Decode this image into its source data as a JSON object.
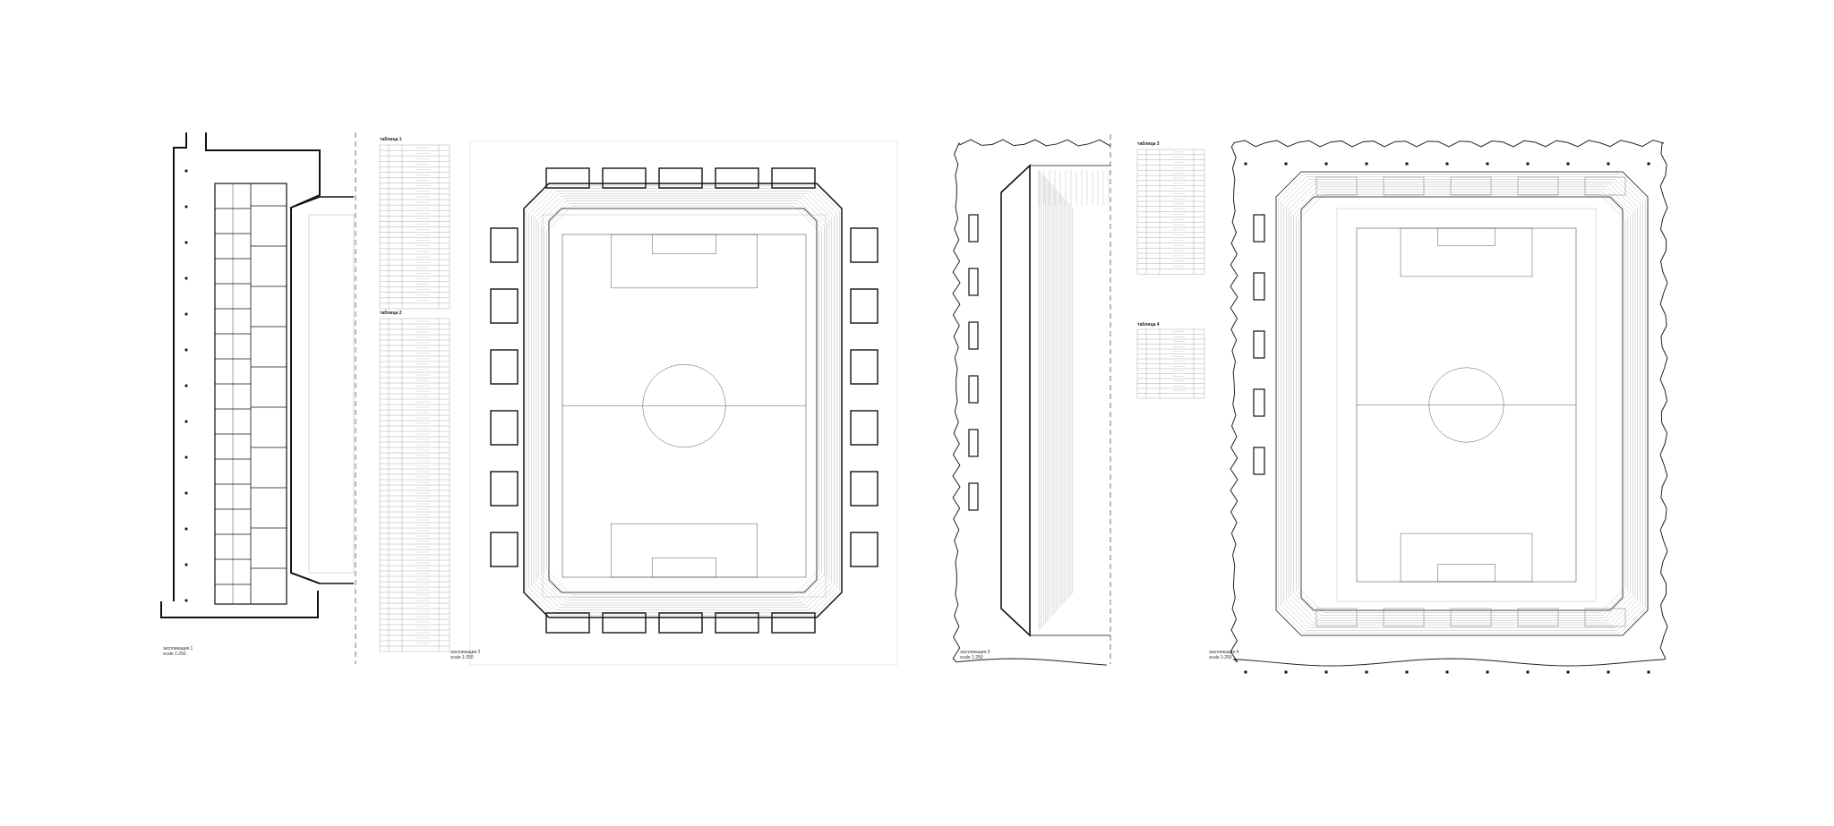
{
  "sheets": [
    {
      "title": "экспликация 1",
      "scale": "scale 1:250"
    },
    {
      "title": "экспликация 2",
      "scale": "scale 1:250"
    },
    {
      "title": "экспликация 3",
      "scale": "scale 1:250"
    },
    {
      "title": "экспликация 4",
      "scale": "scale 1:250"
    }
  ],
  "tables": [
    {
      "title": "таблица 1",
      "rows": 30
    },
    {
      "title": "таблица 2",
      "rows": 62
    },
    {
      "title": "таблица 3",
      "rows": 24
    },
    {
      "title": "таблица 4",
      "rows": 14
    }
  ],
  "colors": {
    "line": "#111111",
    "thin": "#9a9a9a",
    "faint": "#cfcfcf"
  }
}
